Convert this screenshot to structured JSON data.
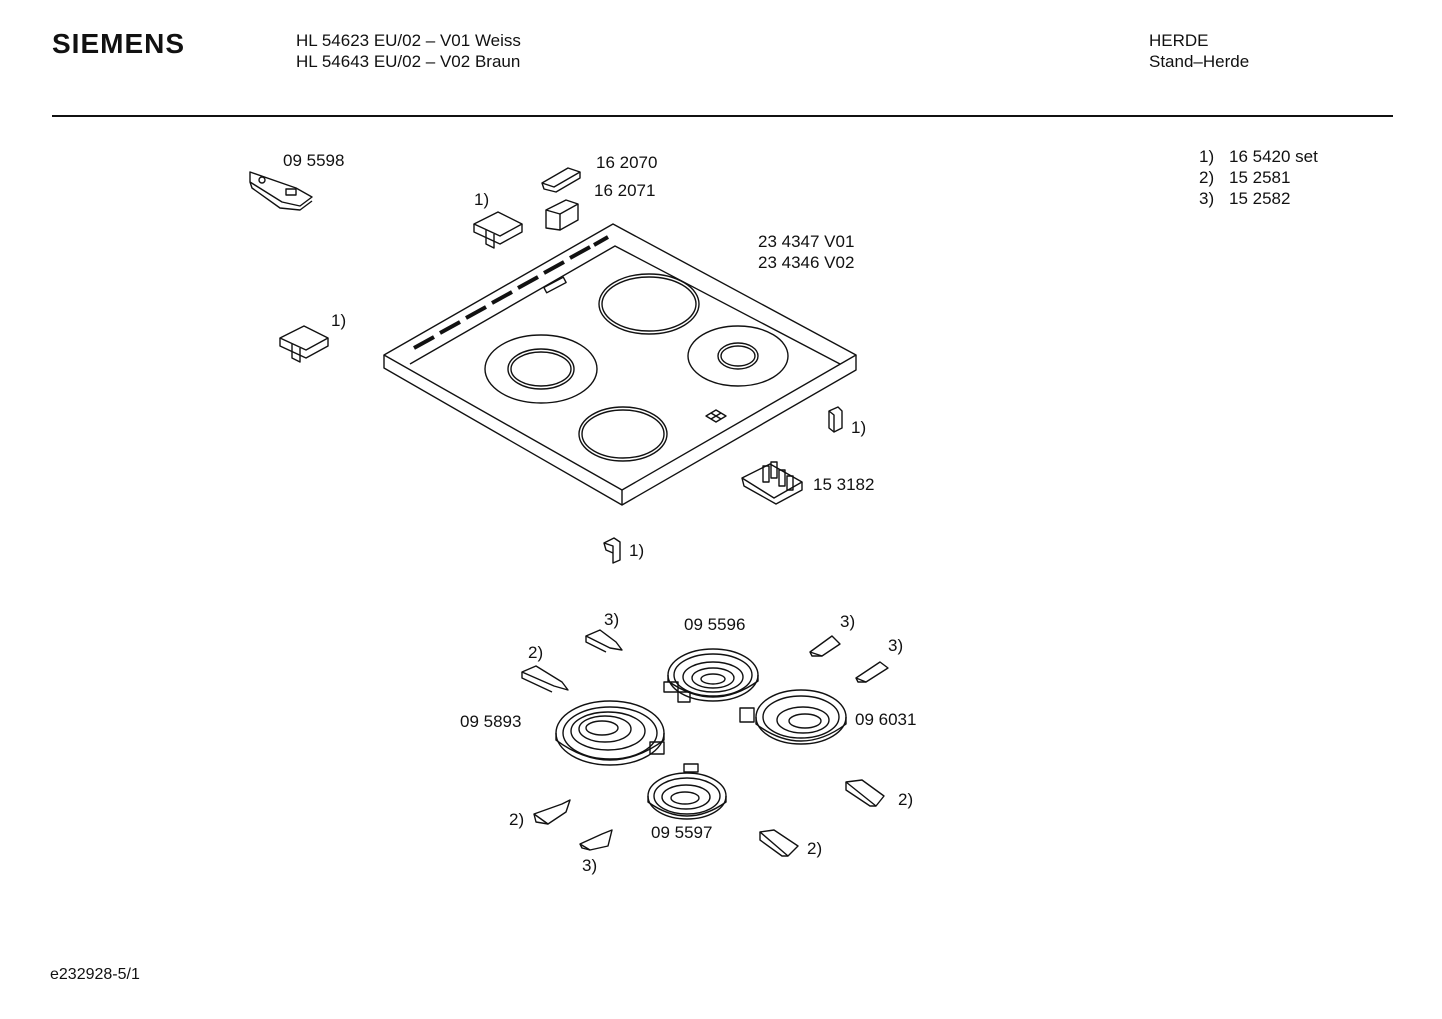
{
  "header": {
    "brand": "SIEMENS",
    "model_line_1": "HL 54623 EU/02 – V01 Weiss",
    "model_line_2": "HL 54643 EU/02 – V02 Braun",
    "category_1": "HERDE",
    "category_2": "Stand–Herde"
  },
  "legend": [
    {
      "key": "1)",
      "value": "16 5420 set"
    },
    {
      "key": "2)",
      "value": "15 2581"
    },
    {
      "key": "3)",
      "value": "15 2582"
    }
  ],
  "labels": {
    "p095598": "09 5598",
    "p162070": "16 2070",
    "p162071": "16 2071",
    "p234347": "23 4347 V01",
    "p234346": "23 4346 V02",
    "p153182": "15 3182",
    "p095596": "09 5596",
    "p095893": "09 5893",
    "p096031": "09 6031",
    "p095597": "09 5597",
    "ref1": "1)",
    "ref2": "2)",
    "ref3": "3)"
  },
  "footer": {
    "code": "e232928-5/1"
  }
}
